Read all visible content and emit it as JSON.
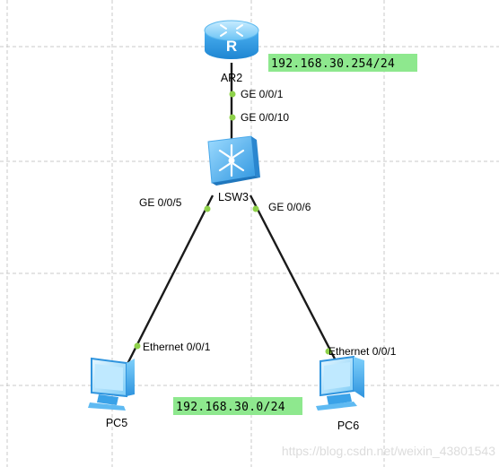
{
  "devices": {
    "router": {
      "label": "AR2",
      "type": "router",
      "icon": "router-icon"
    },
    "switch": {
      "label": "LSW3",
      "type": "switch",
      "icon": "switch-icon"
    },
    "pc5": {
      "label": "PC5",
      "type": "pc",
      "icon": "pc-icon"
    },
    "pc6": {
      "label": "PC6",
      "type": "pc",
      "icon": "pc-icon"
    }
  },
  "ports": {
    "router_sw": "GE 0/0/1",
    "switch_router": "GE 0/0/10",
    "switch_pc5": "GE 0/0/5",
    "switch_pc6": "GE 0/0/6",
    "pc5_eth": "Ethernet 0/0/1",
    "pc6_eth": "Ethernet 0/0/1"
  },
  "notes": {
    "gateway": "192.168.30.254/24",
    "network": "192.168.30.0/24"
  },
  "watermark": "https://blog.csdn.net/weixin_43801543",
  "colors": {
    "port_dot": "#8ed14a",
    "note_bg": "#8ee88e",
    "device_blue": "#3a9fe6",
    "link": "#1a1a1a"
  }
}
